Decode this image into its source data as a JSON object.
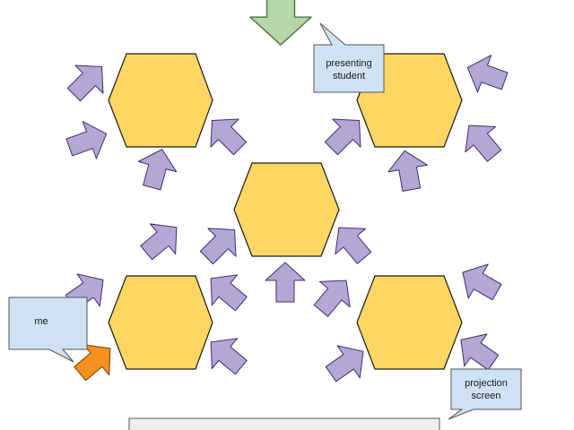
{
  "colors": {
    "table_fill": "#fdd663",
    "table_stroke": "#1a1a1a",
    "student_arrow_fill": "#b4a7d6",
    "student_arrow_stroke": "#3c2f6e",
    "me_arrow_fill": "#f6901e",
    "me_arrow_stroke": "#7a3a00",
    "door_arrow_fill": "#b6d7a8",
    "door_arrow_stroke": "#5a7a4a",
    "callout_fill": "#cfe2f3",
    "callout_stroke": "#555555",
    "screen_fill": "#eeeeee",
    "screen_stroke": "#555555"
  },
  "callouts": {
    "presenting": {
      "line1": "presenting",
      "line2": "student"
    },
    "me": {
      "line1": "me"
    },
    "screen": {
      "line1": "projection",
      "line2": "screen"
    }
  }
}
